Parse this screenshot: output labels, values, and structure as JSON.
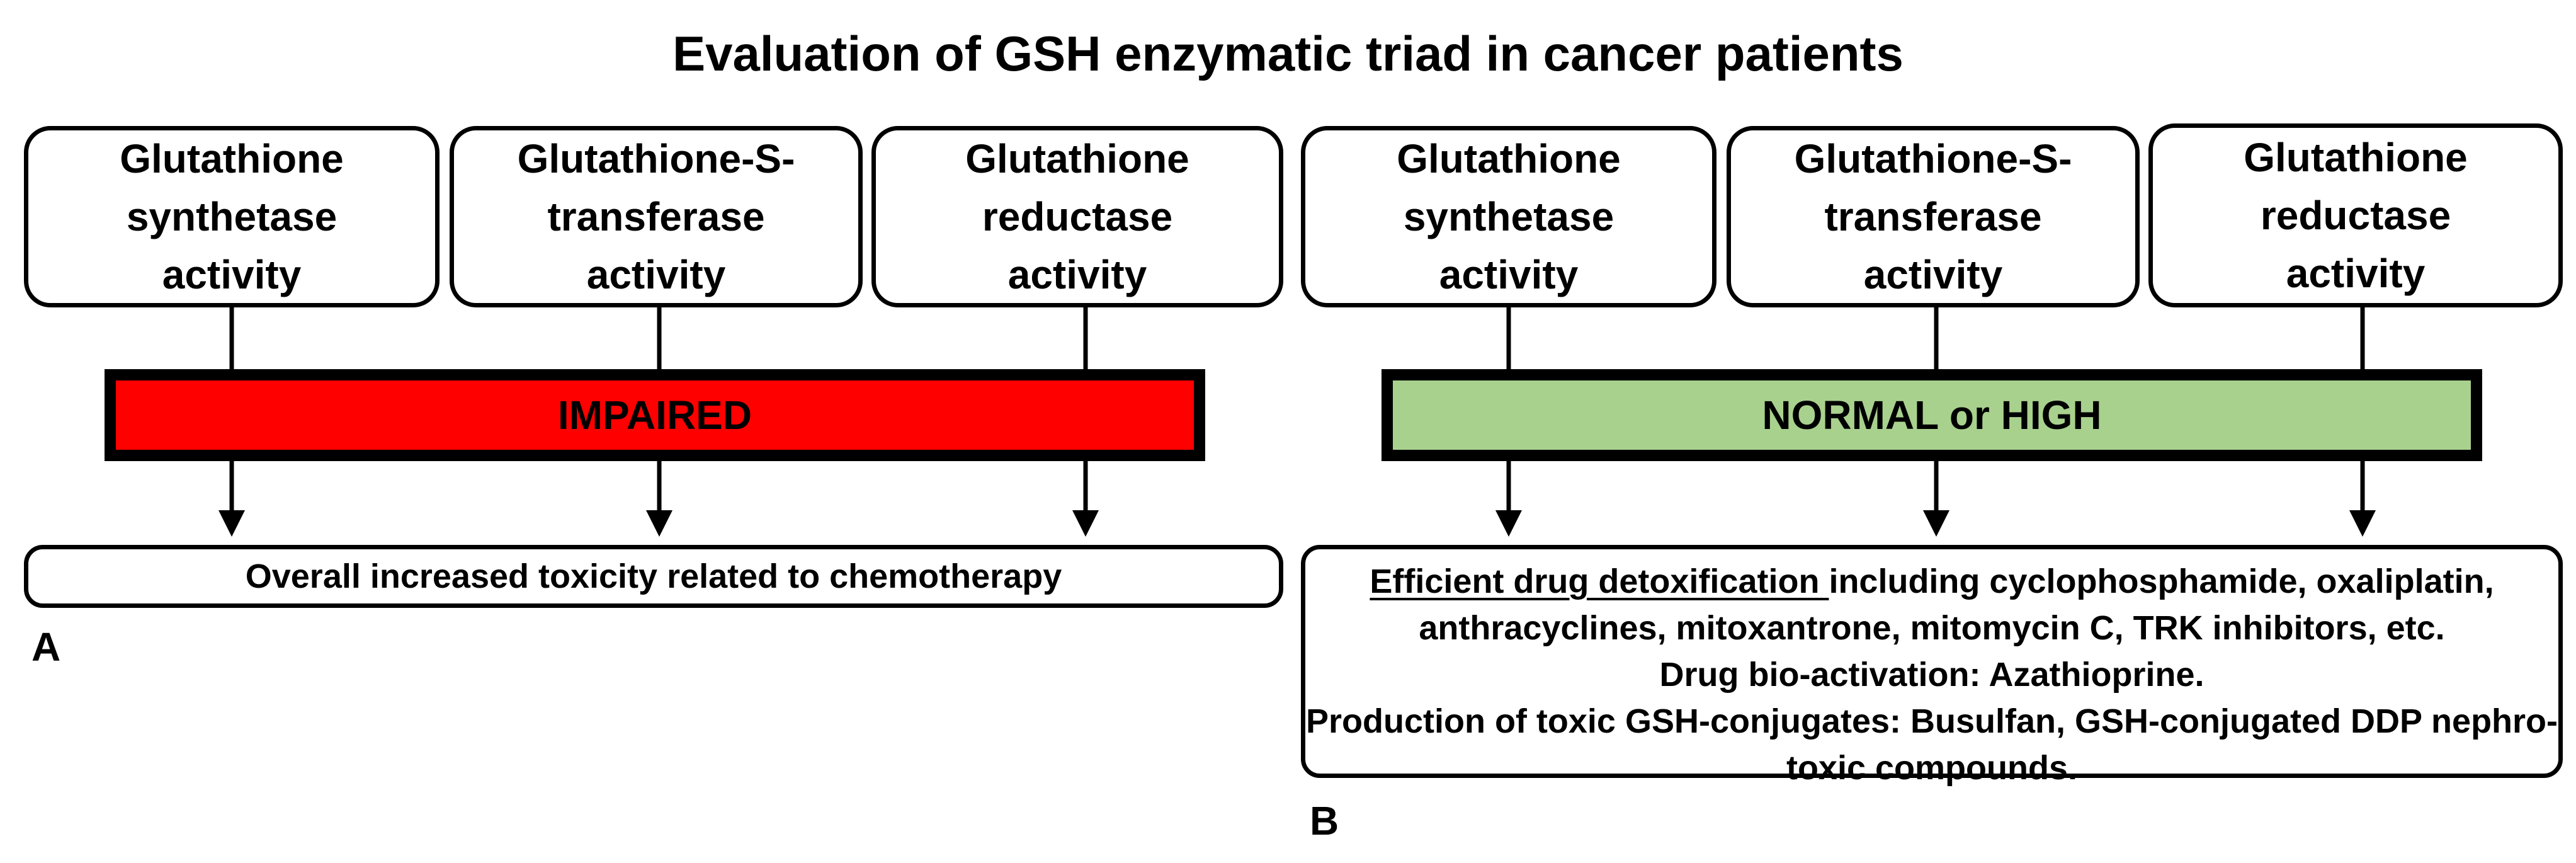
{
  "title": "Evaluation of GSH enzymatic triad in cancer patients",
  "panel_a": {
    "label": "A",
    "boxes": [
      {
        "line1": "Glutathione",
        "line2": "synthetase",
        "line3": "activity"
      },
      {
        "line1": "Glutathione-S-",
        "line2": "transferase",
        "line3": "activity"
      },
      {
        "line1": "Glutathione",
        "line2": "reductase",
        "line3": "activity"
      }
    ],
    "status": "IMPAIRED",
    "status_color": "#ff0000",
    "outcome": "Overall increased toxicity related to chemotherapy"
  },
  "panel_b": {
    "label": "B",
    "boxes": [
      {
        "line1": "Glutathione",
        "line2": "synthetase",
        "line3": "activity"
      },
      {
        "line1": "Glutathione-S-",
        "line2": "transferase",
        "line3": "activity"
      },
      {
        "line1": "Glutathione",
        "line2": "reductase",
        "line3": "activity"
      }
    ],
    "status": "NORMAL or HIGH",
    "status_color": "#a9d18e",
    "outcome": {
      "detox_heading": "Efficient drug detoxification ",
      "detox_rest": "including cyclophosphamide, oxaliplatin,",
      "line2": "anthracyclines, mitoxantrone, mitomycin C, TRK inhibitors, etc.",
      "line3": "Drug bio-activation: Azathioprine.",
      "line4": "Production of toxic GSH-conjugates: Busulfan, GSH-conjugated DDP nephro-",
      "line5": "toxic compounds."
    }
  }
}
